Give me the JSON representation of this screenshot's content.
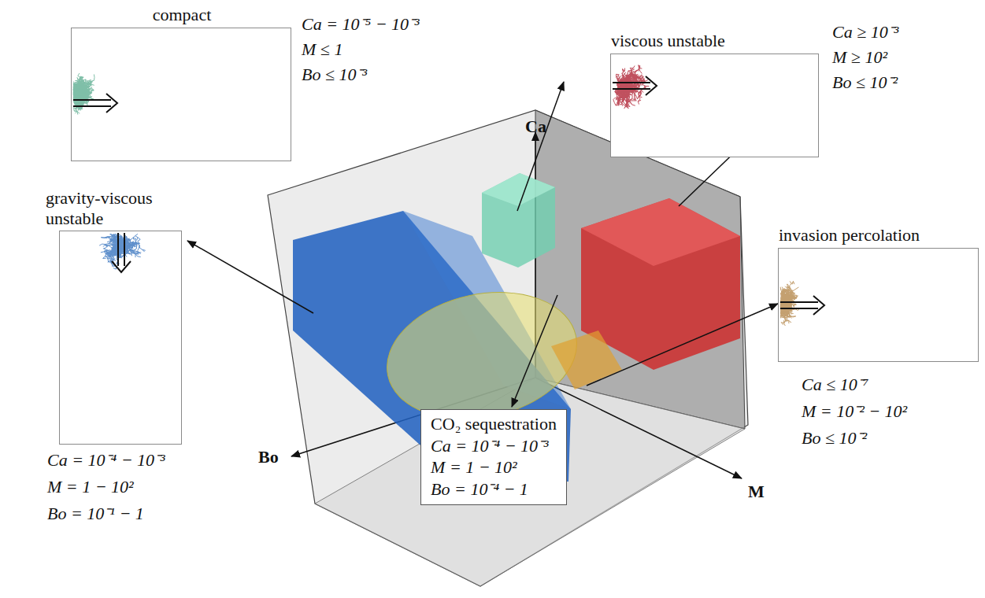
{
  "diagram": {
    "nodes": [
      {
        "text": [
          "compact"
        ]
      },
      {
        "text": [
          "viscous unstable"
        ]
      },
      {
        "text": [
          "gravity-viscous unstable"
        ]
      },
      {
        "text": [
          "invasion percolation"
        ]
      },
      {
        "text": [
          "CO₂ sequestration",
          "Ca = 10⁻⁴ − 10⁻³",
          "M = 1 − 10²",
          "Bo = 10⁻⁴ − 1"
        ]
      }
    ],
    "labels": [
      "Ca",
      "Bo",
      "M",
      "Ca = 10⁻⁵ − 10⁻³",
      "M ≤ 1",
      "Bo ≤ 10⁻³",
      "Ca ≥ 10⁻³",
      "M ≥ 10²",
      "Bo ≤ 10⁻²",
      "Ca = 10⁻⁴ − 10⁻³",
      "M = 1 − 10²",
      "Bo = 10⁻¹ − 1",
      "Ca ≤ 10⁻⁷",
      "M = 10⁻² − 10²",
      "Bo ≤ 10⁻²"
    ]
  }
}
